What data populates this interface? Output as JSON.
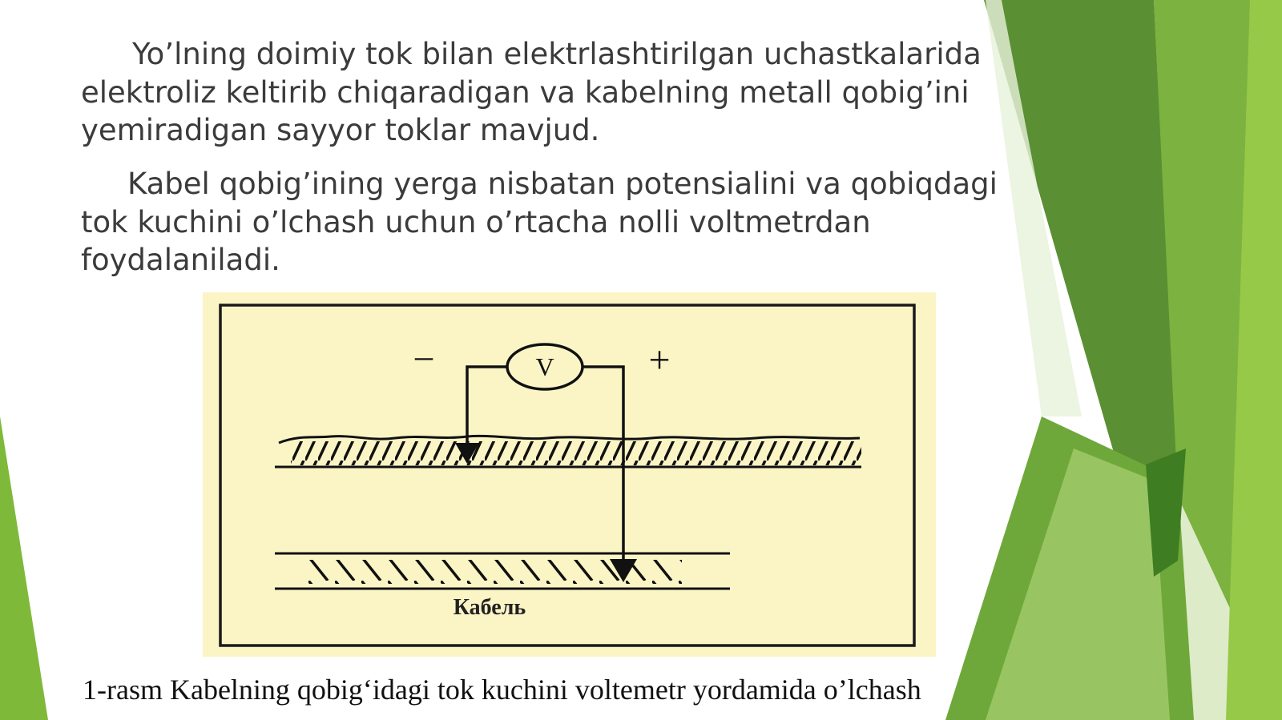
{
  "paragraphs": [
    "Yo’lning doimiy tok bilan elektrlashtirilgan uchastkalarida elektroliz keltirib chiqaradigan va kabelning metall qobig’ini yemiradigan sayyor toklar mavjud.",
    "Kabel qobig’ining yerga nisbatan potensialini va qobiqdagi tok kuchini o’lchash uchun o’rtacha nolli voltmetrdan foydalaniladi."
  ],
  "figure": {
    "minus_label": "–",
    "plus_label": "+",
    "voltmeter_label": "V",
    "cable_label": "Кабель"
  },
  "caption": "1-rasm Kabelning qobig‘idagi tok kuchini voltemetr yordamida o’lchash",
  "colors": {
    "figure_background": "#fbf5c6",
    "text": "#3b3b3b",
    "accent_green_light": "#8dc63f",
    "accent_green_dark": "#4f8f2a"
  }
}
